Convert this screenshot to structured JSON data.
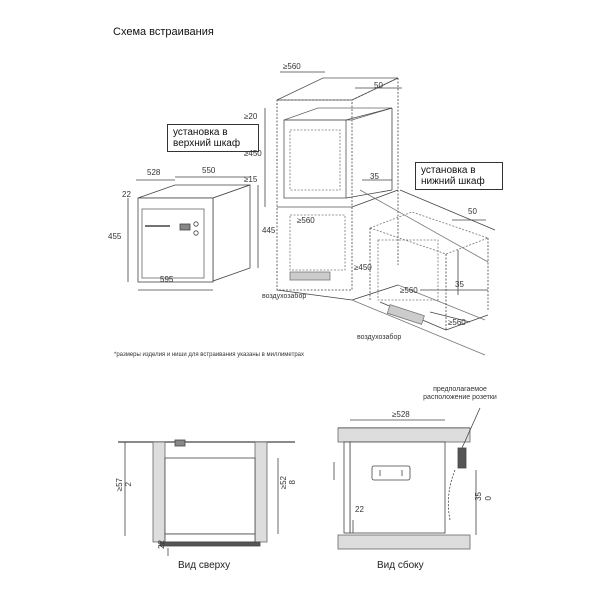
{
  "title": "Схема встраивания",
  "note": "*размеры изделия и ниши для встраивания указаны в миллиметрах",
  "labels": {
    "upper_cabinet": "установка в верхний шкаф",
    "lower_cabinet": "установка в нижний шкаф",
    "air_intake": "воздухозабор",
    "socket": "предполагаемое расположение розетки",
    "top_view": "Вид сверху",
    "side_view": "Вид сбоку"
  },
  "dims": {
    "oven": {
      "depth": "528",
      "width_top": "550",
      "width_bottom": "595",
      "front_height": "455",
      "height": "445",
      "front_thickness": "22"
    },
    "upper": {
      "width": "≥560",
      "depth": "50",
      "top_gap": "≥20",
      "niche_height": "≥450",
      "bottom_gap": "≥15",
      "niche_width": "≥560",
      "side": "35"
    },
    "lower": {
      "depth": "50",
      "side": "35",
      "niche_height": "≥450",
      "niche_width": "≥560",
      "niche_width2": "≥560"
    },
    "top_view": {
      "left": "≥57",
      "left2": "2",
      "right": "≥52",
      "right2": "8",
      "bottom": "22"
    },
    "side_view": {
      "depth": "≥528",
      "bottom": "22",
      "right": "35",
      "right2": "0"
    }
  }
}
